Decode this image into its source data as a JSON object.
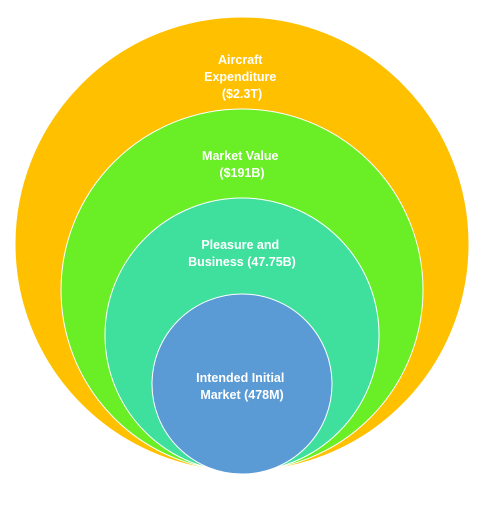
{
  "diagram": {
    "type": "nested-circles",
    "levels": [
      {
        "id": "aircraft-expenditure",
        "lines": [
          "Aircraft",
          "Expenditure",
          "($2.3T)"
        ],
        "color": "#FFC000"
      },
      {
        "id": "market-value",
        "lines": [
          "Market Value",
          "($191B)"
        ],
        "color": "#6AEF27"
      },
      {
        "id": "pleasure-and-business",
        "lines": [
          "Pleasure and",
          "Business (47.75B)"
        ],
        "color": "#3FE09E"
      },
      {
        "id": "intended-initial-market",
        "lines": [
          "Intended Initial",
          "Market (478M)"
        ],
        "color": "#5B9BD5"
      }
    ]
  }
}
